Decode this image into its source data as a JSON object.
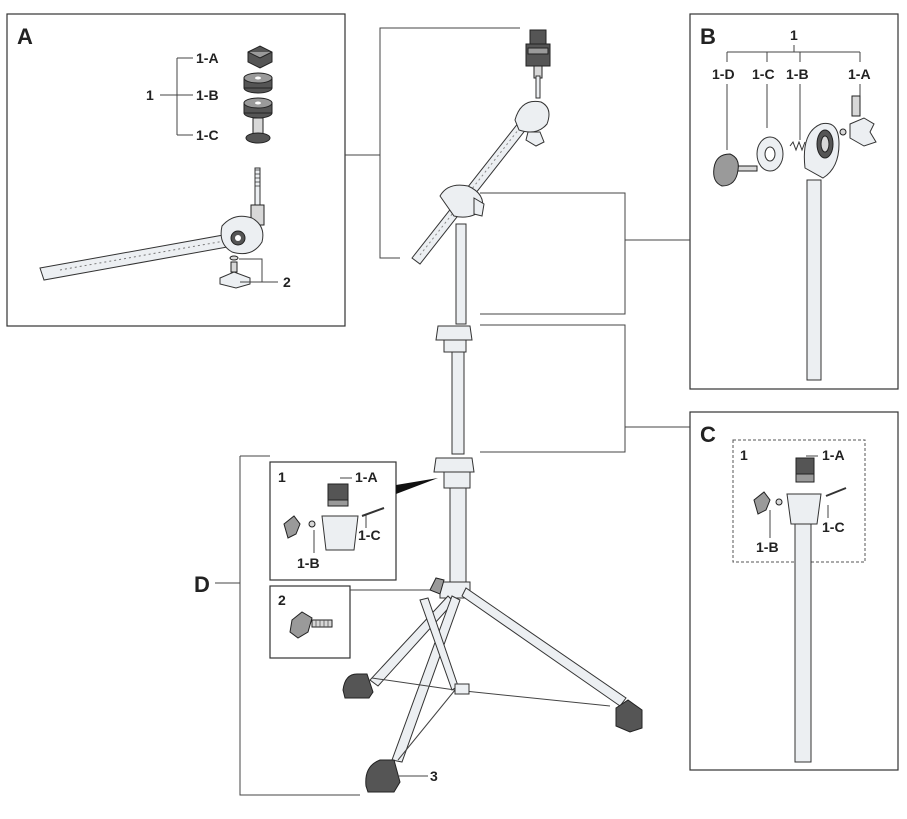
{
  "panels": {
    "A": {
      "letter": "A",
      "group_label": "1",
      "parts": [
        "1-A",
        "1-B",
        "1-C"
      ],
      "secondary_label": "2"
    },
    "B": {
      "letter": "B",
      "group_label": "1",
      "parts": [
        "1-D",
        "1-C",
        "1-B",
        "1-A"
      ]
    },
    "C": {
      "letter": "C",
      "group_label": "1",
      "parts": [
        "1-A",
        "1-B",
        "1-C"
      ]
    },
    "D": {
      "letter": "D",
      "sub1_label": "1",
      "sub1_parts": [
        "1-A",
        "1-B",
        "1-C"
      ],
      "sub2_label": "2"
    }
  },
  "stand": {
    "foot_label": "3"
  },
  "colors": {
    "outline": "#333333",
    "metal": "#eceff2",
    "rubber": "#555555"
  }
}
